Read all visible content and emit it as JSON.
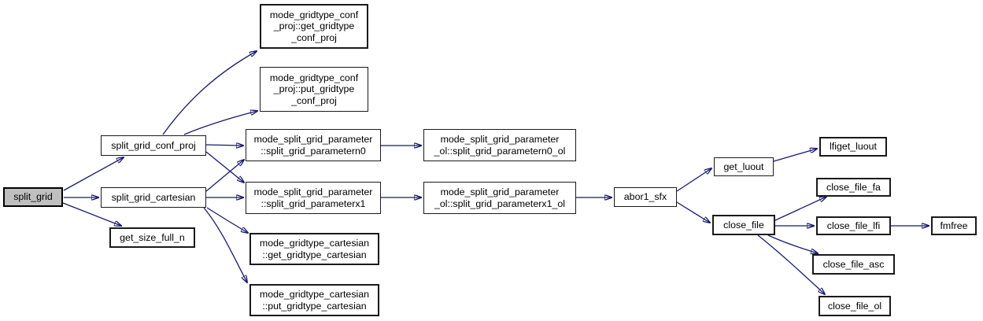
{
  "graph": {
    "nodes": {
      "split_grid": {
        "label": "split_grid",
        "highlighted": true
      },
      "split_grid_conf_proj": {
        "label": "split_grid_conf_proj"
      },
      "split_grid_cartesian": {
        "label": "split_grid_cartesian"
      },
      "get_size_full_n": {
        "label": "get_size_full_n"
      },
      "get_gridtype_conf_proj": {
        "label": "mode_gridtype_conf\n_proj::get_gridtype\n_conf_proj"
      },
      "put_gridtype_conf_proj": {
        "label": "mode_gridtype_conf\n_proj::put_gridtype\n_conf_proj"
      },
      "split_grid_parametern0": {
        "label": "mode_split_grid_parameter\n::split_grid_parametern0"
      },
      "split_grid_parameterx1": {
        "label": "mode_split_grid_parameter\n::split_grid_parameterx1"
      },
      "get_gridtype_cartesian": {
        "label": "mode_gridtype_cartesian\n::get_gridtype_cartesian"
      },
      "put_gridtype_cartesian": {
        "label": "mode_gridtype_cartesian\n::put_gridtype_cartesian"
      },
      "split_grid_parametern0_ol": {
        "label": "mode_split_grid_parameter\n_ol::split_grid_parametern0_ol"
      },
      "split_grid_parameterx1_ol": {
        "label": "mode_split_grid_parameter\n_ol::split_grid_parameterx1_ol"
      },
      "abor1_sfx": {
        "label": "abor1_sfx"
      },
      "get_luout": {
        "label": "get_luout"
      },
      "close_file": {
        "label": "close_file"
      },
      "lfiget_luout": {
        "label": "lfiget_luout"
      },
      "close_file_fa": {
        "label": "close_file_fa"
      },
      "close_file_lfi": {
        "label": "close_file_lfi"
      },
      "close_file_asc": {
        "label": "close_file_asc"
      },
      "close_file_ol": {
        "label": "close_file_ol"
      },
      "fmfree": {
        "label": "fmfree"
      }
    },
    "edges": [
      {
        "from": "split_grid",
        "to": "split_grid_conf_proj"
      },
      {
        "from": "split_grid",
        "to": "split_grid_cartesian"
      },
      {
        "from": "split_grid",
        "to": "get_size_full_n"
      },
      {
        "from": "split_grid_conf_proj",
        "to": "get_gridtype_conf_proj"
      },
      {
        "from": "split_grid_conf_proj",
        "to": "put_gridtype_conf_proj"
      },
      {
        "from": "split_grid_conf_proj",
        "to": "split_grid_parametern0"
      },
      {
        "from": "split_grid_conf_proj",
        "to": "split_grid_parameterx1"
      },
      {
        "from": "split_grid_cartesian",
        "to": "split_grid_parametern0"
      },
      {
        "from": "split_grid_cartesian",
        "to": "split_grid_parameterx1"
      },
      {
        "from": "split_grid_cartesian",
        "to": "get_gridtype_cartesian"
      },
      {
        "from": "split_grid_cartesian",
        "to": "put_gridtype_cartesian"
      },
      {
        "from": "split_grid_parametern0",
        "to": "split_grid_parametern0_ol"
      },
      {
        "from": "split_grid_parameterx1",
        "to": "split_grid_parameterx1_ol"
      },
      {
        "from": "split_grid_parameterx1_ol",
        "to": "abor1_sfx"
      },
      {
        "from": "abor1_sfx",
        "to": "get_luout"
      },
      {
        "from": "abor1_sfx",
        "to": "close_file"
      },
      {
        "from": "get_luout",
        "to": "lfiget_luout"
      },
      {
        "from": "close_file",
        "to": "close_file_fa"
      },
      {
        "from": "close_file",
        "to": "close_file_lfi"
      },
      {
        "from": "close_file",
        "to": "close_file_asc"
      },
      {
        "from": "close_file",
        "to": "close_file_ol"
      },
      {
        "from": "close_file_lfi",
        "to": "fmfree"
      }
    ]
  },
  "colors": {
    "edge_color": "#191970",
    "node_border": "#1a1a1a",
    "node_fill": "#ffffff",
    "node_text": "#000000",
    "highlight_fill": "#bfbfbf",
    "background": "#ffffff"
  }
}
